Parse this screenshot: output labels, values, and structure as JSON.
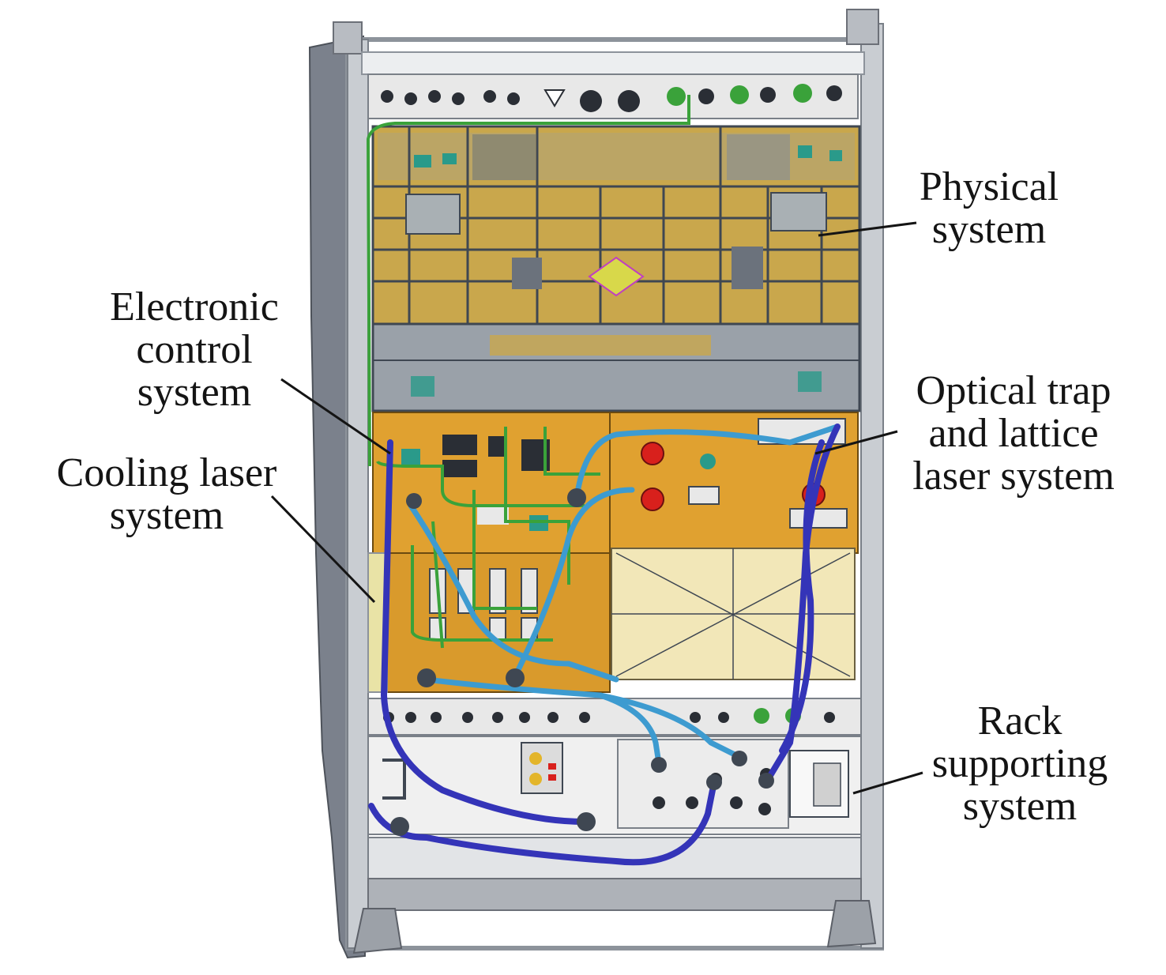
{
  "labels": {
    "physical": {
      "line1": "Physical",
      "line2": "system"
    },
    "electronic": {
      "line1": "Electronic",
      "line2": "control",
      "line3": "system"
    },
    "cooling": {
      "line1": "Cooling laser",
      "line2": "system"
    },
    "optical": {
      "line1": "Optical trap",
      "line2": "and lattice",
      "line3": "laser system"
    },
    "rack": {
      "line1": "Rack",
      "line2": "supporting",
      "line3": "system"
    }
  },
  "colors": {
    "frame": "#c9cdd2",
    "frame_dark": "#8d939b",
    "side_panel": "#7b818c",
    "physical_gold": "#c9a74c",
    "physical_grid": "#3f4752",
    "orange_panel": "#e0a130",
    "cooling_panel": "#d99a2c",
    "cream_panel": "#f2e7b8",
    "cable_green": "#3aa23a",
    "cable_cyan": "#3d9bd0",
    "cable_blue": "#3434b8",
    "knob_red": "#d8201c",
    "knob_teal": "#2a9a8a",
    "leader": "#141414"
  }
}
